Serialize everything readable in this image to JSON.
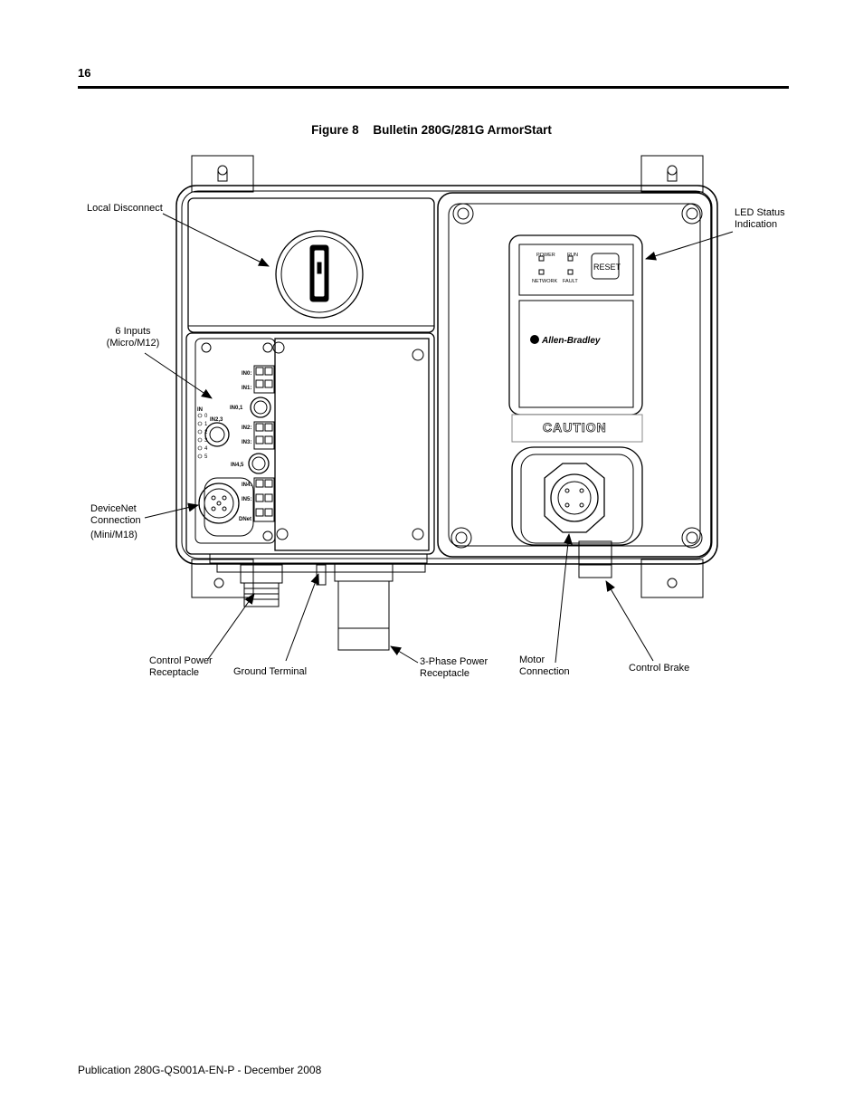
{
  "header": {
    "page_number": "16"
  },
  "figure": {
    "number": "Figure 8",
    "title": "Bulletin 280G/281G ArmorStart",
    "callouts": {
      "local_disconnect": "Local Disconnect",
      "led_status_1": "LED Status",
      "led_status_2": "Indication",
      "inputs_1": "6 Inputs",
      "inputs_2": "(Micro/M12)",
      "devicenet_1": "DeviceNet",
      "devicenet_2": "Connection",
      "devicenet_3": "(Mini/M18)",
      "control_power_1": "Control Power",
      "control_power_2": "Receptacle",
      "ground_terminal": "Ground Terminal",
      "three_phase_1": "3-Phase Power",
      "three_phase_2": "Receptacle",
      "motor_1": "Motor",
      "motor_2": "Connection",
      "control_brake": "Control Brake"
    },
    "device_text": {
      "power": "POWER",
      "run": "RUN",
      "network": "NETWORK",
      "fault": "FAULT",
      "reset": "RESET",
      "brand": "Allen-Bradley",
      "caution": "CAUTION",
      "in0": "IN0:",
      "in1": "IN1:",
      "in01": "IN0,1",
      "in2": "IN2:",
      "in3": "IN3:",
      "in23": "IN2,3",
      "in45": "IN4,5",
      "in4": "IN4:",
      "in5": "IN5:",
      "dnet": "DNet",
      "in_list_head": "IN",
      "in_list_0": "0",
      "in_list_1": "1",
      "in_list_2": "2",
      "in_list_3": "3",
      "in_list_4": "4",
      "in_list_5": "5"
    }
  },
  "footer": {
    "publication": "Publication 280G-QS001A-EN-P - December 2008"
  }
}
